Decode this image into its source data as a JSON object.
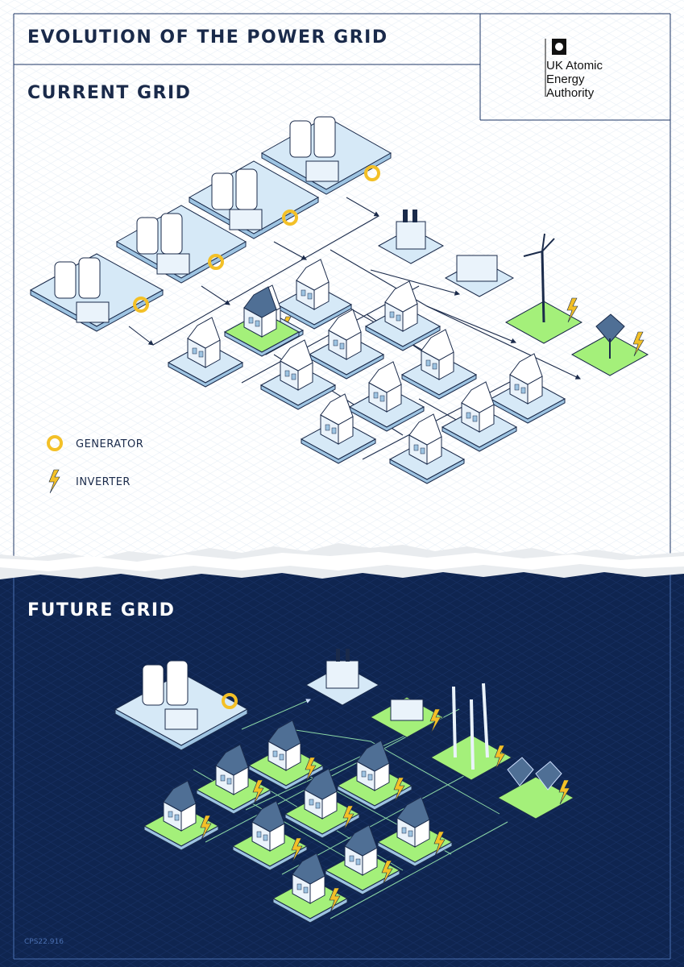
{
  "header": {
    "title": "EVOLUTION OF THE POWER GRID",
    "logo": {
      "line1": "UK Atomic",
      "line2": "Energy",
      "line3": "Authority",
      "icon": "crest-icon"
    }
  },
  "sections": {
    "current": {
      "title": "CURRENT GRID"
    },
    "future": {
      "title": "FUTURE GRID"
    }
  },
  "legend": {
    "generator": {
      "label": "GENERATOR",
      "icon": "generator-icon"
    },
    "inverter": {
      "label": "INVERTER",
      "icon": "inverter-icon"
    }
  },
  "footer": {
    "code": "CPS22.916"
  },
  "colors": {
    "navy": "#0f2550",
    "frame": "#1c3565",
    "tile": "#d6e9f7",
    "tile_edge": "#9ec4e2",
    "green": "#a4f07a",
    "generator": "#f3c027",
    "text": "#1a2a4a"
  }
}
